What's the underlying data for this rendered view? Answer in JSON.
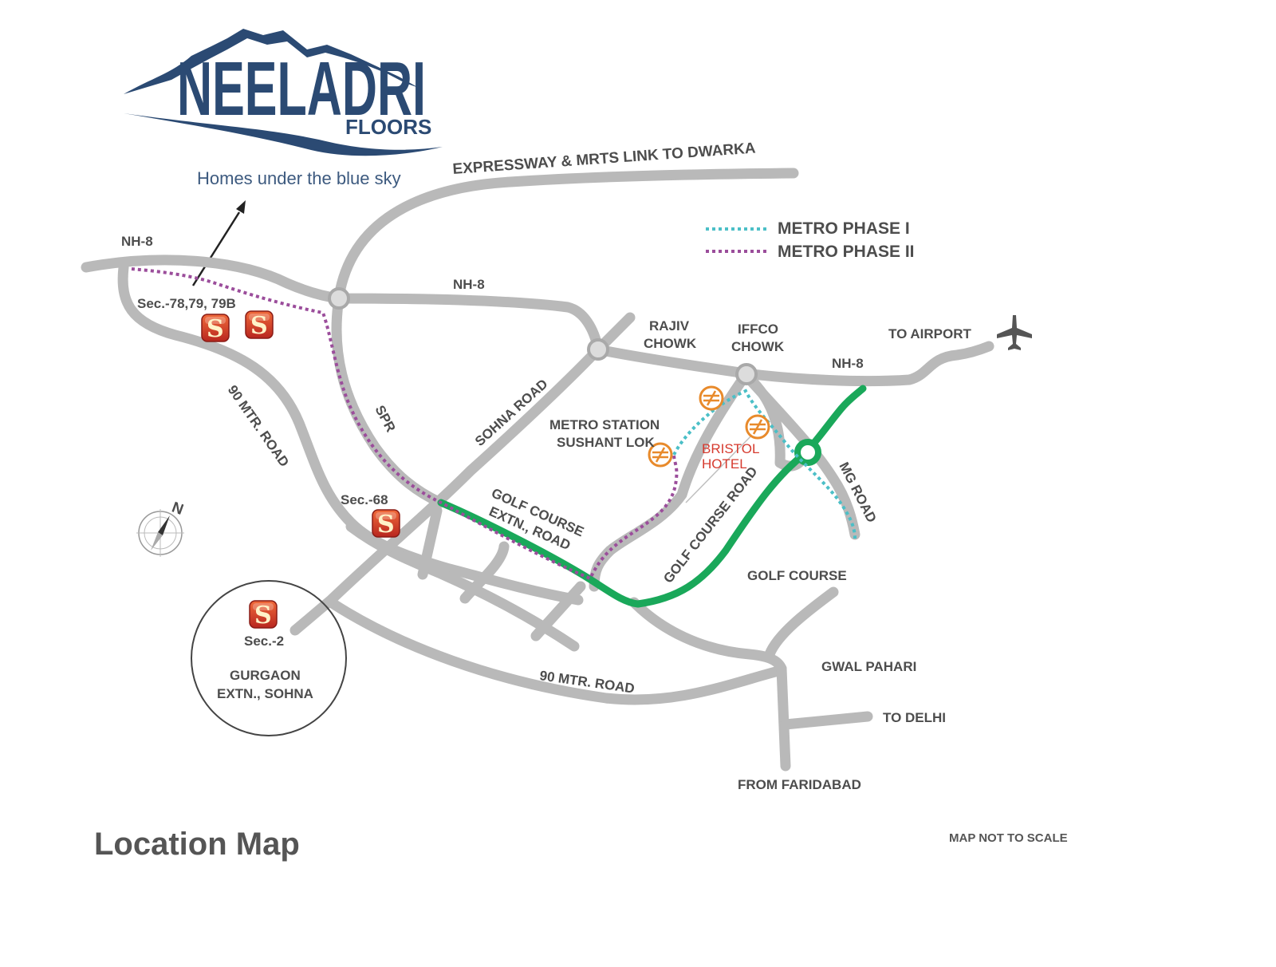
{
  "logo": {
    "brand": "NEELADRI",
    "sub": "FLOORS",
    "tagline": "Homes under the blue sky",
    "colors": {
      "brand": "#2b4a73"
    }
  },
  "title": "Location Map",
  "note": "MAP NOT TO SCALE",
  "legend": {
    "phase1": "METRO PHASE I",
    "phase2": "METRO PHASE II"
  },
  "roads": {
    "expressway": "EXPRESSWAY & MRTS LINK TO DWARKA",
    "nh8_west": "NH-8",
    "nh8_mid": "NH-8",
    "nh8_east": "NH-8",
    "spr": "SPR",
    "sohna_road": "SOHNA ROAD",
    "mtr_90_a": "90 MTR. ROAD",
    "mtr_90_b": "90 MTR. ROAD",
    "golf_ext_1": "GOLF COURSE",
    "golf_ext_2": "EXTN., ROAD",
    "golf_course_road": "GOLF COURSE ROAD",
    "mg_road": "MG ROAD"
  },
  "places": {
    "rajiv_1": "RAJIV",
    "rajiv_2": "CHOWK",
    "iffco_1": "IFFCO",
    "iffco_2": "CHOWK",
    "airport": "TO AIRPORT",
    "metro_1": "METRO STATION",
    "metro_2": "SUSHANT LOK",
    "bristol_1": "BRISTOL",
    "bristol_2": "HOTEL",
    "golf_course": "GOLF COURSE",
    "gwal_pahari": "GWAL PAHARI",
    "to_delhi": "TO DELHI",
    "from_faridabad": "FROM FARIDABAD",
    "sec_78": "Sec.-78,79, 79B",
    "sec_68": "Sec.-68",
    "sec_2": "Sec.-2",
    "gurgaon_1": "GURGAON",
    "gurgaon_2": "EXTN., SOHNA"
  },
  "compass_label": "N",
  "marker_letter": "S",
  "icons": [
    "airplane-icon",
    "compass-icon",
    "metro-icon",
    "project-marker-icon"
  ],
  "colors": {
    "road": "#b9b9b9",
    "highlight_road": "#1aa85a",
    "metro_phase_1": "#4bbfc7",
    "metro_phase_2": "#9b4d9b",
    "metro_icon": "#e88a2b",
    "marker": "#d9472b"
  }
}
